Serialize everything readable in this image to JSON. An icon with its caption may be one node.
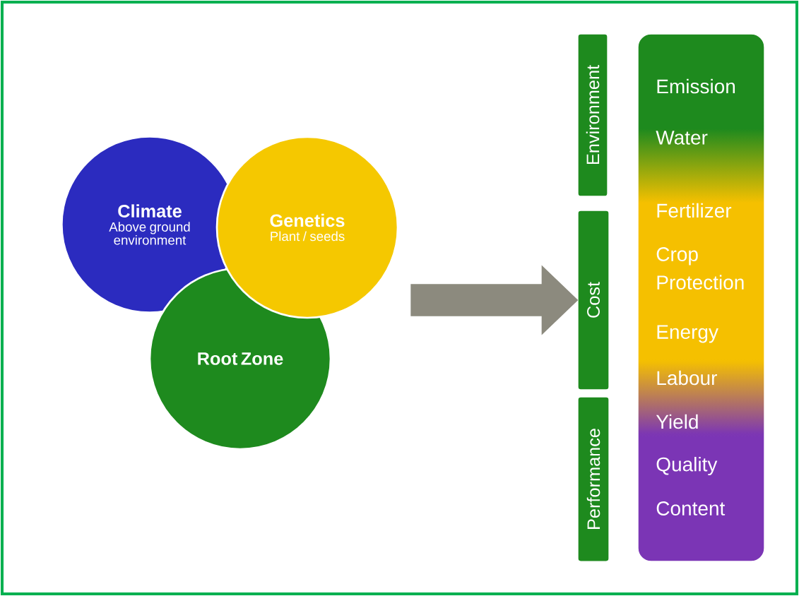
{
  "diagram": {
    "nodes": [
      {
        "text": [
          "Climate",
          "Above ground environment"
        ]
      },
      {
        "text": [
          "Genetics",
          "Plant / seeds"
        ]
      },
      {
        "text": [
          "Root Zone"
        ]
      },
      {
        "text": [
          "Environment"
        ]
      },
      {
        "text": [
          "Cost"
        ]
      },
      {
        "text": [
          "Performance"
        ]
      },
      {
        "text": [
          "Emission",
          "Water",
          "Fertilizer",
          "Crop Protection",
          "Energy",
          "Labour",
          "Yield",
          "Quality",
          "Content"
        ]
      }
    ],
    "edges": [
      {
        "from": null,
        "to": 4,
        "arrow": "to",
        "style": "thick",
        "color": "#8c8a7e"
      }
    ]
  }
}
